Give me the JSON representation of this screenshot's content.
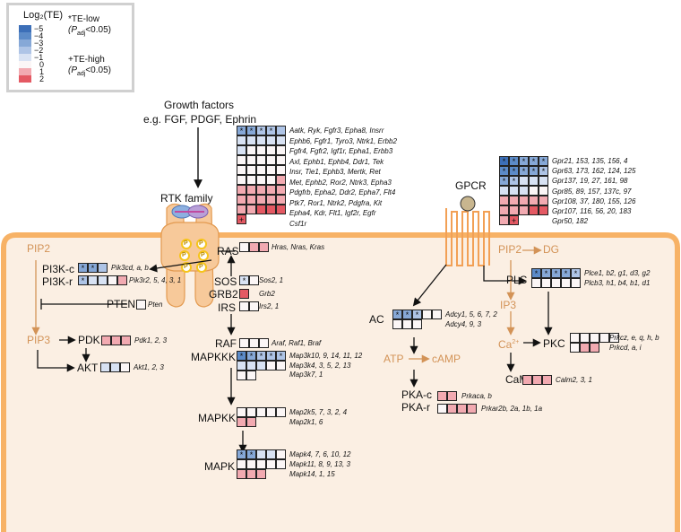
{
  "legend": {
    "title": "Log₂(TE)",
    "ticks": [
      "−5",
      "−4",
      "−3",
      "−2",
      "−1",
      "0",
      "1",
      "2"
    ],
    "colors": [
      "#3c6fb8",
      "#5c8bc8",
      "#86a8d7",
      "#aec4e6",
      "#d8e2f3",
      "#fbf6f6",
      "#f2aab1",
      "#e45963"
    ],
    "low_label_star": "*",
    "low_label_text": "TE-low",
    "low_label_sub": "(P",
    "low_label_adj": "adj",
    "low_label_tail": "<0.05)",
    "high_label_text": "+TE-high",
    "high_label_sub": "(P",
    "high_label_adj": "adj",
    "high_label_tail": "<0.05)"
  },
  "colors": {
    "membrane": "#f7b266",
    "cytoplasm": "#fbefe3",
    "receptor_fill": "#f7c99a",
    "receptor_stroke": "#e39a50",
    "phospho": "#f6c41a",
    "pathway_orange": "#d39357",
    "gpcr_ball": "#c8b68f"
  },
  "labels": {
    "growth_factors": "Growth factors",
    "growth_examples": "e.g. FGF, PDGF, Ephrin",
    "rtk_family": "RTK family",
    "gpcr": "GPCR",
    "pip2_left": "PIP2",
    "pi3k_c": "PI3K-c",
    "pi3k_r": "PI3K-r",
    "pten": "PTEN",
    "pip3": "PIP3",
    "pdk": "PDK",
    "akt": "AKT",
    "ras": "RAS",
    "sos": "SOS",
    "grb2": "GRB2",
    "irs": "IRS",
    "raf": "RAF",
    "mapkkk": "MAPKKK",
    "mapkk": "MAPKK",
    "mapk": "MAPK",
    "pip2_right": "PIP2",
    "dg": "DG",
    "plc": "PLC",
    "ip3": "IP3",
    "ca": "Ca",
    "ca_sup": "2+",
    "pkc": "PKC",
    "cam": "CaM",
    "ac": "AC",
    "atp": "ATP",
    "camp": "cAMP",
    "pka_c": "PKA-c",
    "pka_r": "PKA-r",
    "p": "P"
  },
  "genes": {
    "rtk": [
      "Aatk, Ryk, Fgfr3, Epha8, Insrr",
      "Ephb6, Fgfr1, Tyro3, Ntrk1, Erbb2",
      "Fgfr4, Fgfr2, Igf1r, Epha1, Erbb3",
      "Axl, Ephb1, Ephb4, Ddr1, Tek",
      "Insr, Tie1, Ephb3, Mertk, Ret",
      "Met, Ephb2, Ror2, Ntrk3, Epha3",
      "Pdgfrb, Epha2, Ddr2, Epha7, Flt4",
      "Ptk7, Ror1, Ntrk2, Pdgfra, Kit",
      "Epha4, Kdr, Flt1, Igf2r, Egfr",
      "Csf1r"
    ],
    "gpcr": [
      "Gpr21, 153, 135, 156, 4",
      "Gpr63, 173, 162, 124, 125",
      "Gpr137, 19, 27, 161, 98",
      "Gpr85, 89, 157, 137c, 97",
      "Gpr108, 37, 180, 155, 126",
      "Gpr107, 116, 56, 20, 183",
      "Gpr50, 182"
    ],
    "ras": [
      "Hras, Nras, Kras"
    ],
    "pi3k_c": [
      "Pik3cd, a, b"
    ],
    "pi3k_r": [
      "Pik3r2, 5, 4, 3, 1"
    ],
    "pten": [
      "Pten"
    ],
    "pdk": [
      "Pdk1, 2, 3"
    ],
    "akt": [
      "Akt1, 2, 3"
    ],
    "sos": [
      "Sos2, 1"
    ],
    "grb2": [
      "Grb2"
    ],
    "irs": [
      "Irs2, 1"
    ],
    "raf": [
      "Araf, Raf1, Braf"
    ],
    "mapkkk": [
      "Map3k10, 9, 14, 11, 12",
      "Map3k4, 3, 5, 2, 13",
      "Map3k7, 1"
    ],
    "mapkk": [
      "Map2k5, 7, 3, 2, 4",
      "Map2k1, 6"
    ],
    "mapk": [
      "Mapk4, 7, 6, 10, 12",
      "Mapk11, 8, 9, 13, 3",
      "Mapk14, 1, 15"
    ],
    "plc": [
      "Plce1, b2, g1, d3, g2",
      "Plcb3, h1, b4, b1, d1"
    ],
    "pkc": [
      "Prkcz, e, q, h, b",
      "Prkcd, a, i"
    ],
    "cam": [
      "Calm2, 3, 1"
    ],
    "ac": [
      "Adcy1, 5, 6, 7, 2",
      "Adcy4, 9, 3"
    ],
    "pka_c": [
      "Prkaca, b"
    ],
    "pka_r": [
      "Prkar2b, 2a, 1b, 1a"
    ]
  },
  "heatmaps": {
    "rtk": [
      [
        "-3",
        "-3",
        "-2",
        "-2",
        "-2"
      ],
      [
        "-1",
        "-1",
        "-1",
        "-1",
        "-1"
      ],
      [
        "-1",
        "0",
        "0",
        "0",
        "0"
      ],
      [
        "0",
        "0",
        "0",
        "0",
        "0"
      ],
      [
        "0",
        "0",
        "0",
        "0",
        "0"
      ],
      [
        "0",
        "0",
        "0",
        "0",
        "0.5"
      ],
      [
        "0.5",
        "0.5",
        "0.5",
        "0.5",
        "1"
      ],
      [
        "1",
        "1",
        "1",
        "1",
        "1"
      ],
      [
        "1",
        "1",
        "1.5",
        "1.5",
        "1.5"
      ],
      [
        "2"
      ]
    ],
    "rtk_marks": [
      [
        "*",
        "*",
        "*",
        "*",
        ""
      ],
      [],
      [],
      [],
      [],
      [],
      [],
      [],
      [],
      [
        "+"
      ]
    ],
    "gpcr": [
      [
        "-5",
        "-4",
        "-3",
        "-3",
        "-3"
      ],
      [
        "-4",
        "-4",
        "-3",
        "-3",
        "-2"
      ],
      [
        "-3",
        "-2",
        "-1",
        "-1",
        "-1"
      ],
      [
        "-1",
        "-1",
        "-1",
        "0",
        "0"
      ],
      [
        "0.5",
        "0.5",
        "1",
        "1",
        "1"
      ],
      [
        "1",
        "1",
        "1",
        "1.5",
        "1.5"
      ],
      [
        "1",
        "2"
      ]
    ],
    "gpcr_marks": [
      [
        "*",
        "*",
        "*",
        "*",
        "*"
      ],
      [
        "*",
        "*",
        "*",
        "*",
        "*"
      ],
      [
        "*",
        "*",
        "",
        "",
        ""
      ],
      [],
      [],
      [],
      [
        "",
        "+"
      ]
    ],
    "ras": [
      [
        "0",
        "1",
        "1"
      ]
    ],
    "pi3k_c": [
      [
        "-3",
        "-3",
        "-2"
      ]
    ],
    "pi3k_c_marks": [
      [
        "*",
        "*",
        ""
      ]
    ],
    "pi3k_r": [
      [
        "-2",
        "-1",
        "-1",
        "0",
        "1"
      ]
    ],
    "pi3k_r_marks": [
      [
        "*",
        "",
        "",
        "",
        ""
      ]
    ],
    "pten": [
      [
        "0"
      ]
    ],
    "pdk": [
      [
        "1",
        "1",
        "1"
      ]
    ],
    "akt": [
      [
        "-1",
        "-1",
        "0"
      ]
    ],
    "sos": [
      [
        "-1",
        "0"
      ]
    ],
    "sos_marks": [
      [
        "*",
        ""
      ]
    ],
    "grb2": [
      [
        "2"
      ]
    ],
    "irs": [
      [
        "0",
        "0"
      ]
    ],
    "raf": [
      [
        "0",
        "0",
        "0"
      ]
    ],
    "mapkkk": [
      [
        "-4",
        "-3",
        "-2",
        "-2",
        "-2"
      ],
      [
        "-1",
        "-1",
        "-1",
        "0",
        "0"
      ],
      [
        "0",
        "0"
      ]
    ],
    "mapkkk_marks": [
      [
        "*",
        "*",
        "*",
        "*",
        "*"
      ],
      [],
      []
    ],
    "mapkk": [
      [
        "0",
        "0",
        "0",
        "0",
        "0"
      ],
      [
        "1",
        "1"
      ]
    ],
    "mapk": [
      [
        "-3",
        "-3",
        "-1",
        "-1",
        "0"
      ],
      [
        "0",
        "0",
        "0",
        "0",
        "0"
      ],
      [
        "1",
        "1",
        "1"
      ]
    ],
    "mapk_marks": [
      [
        "*",
        "*",
        "",
        "",
        ""
      ],
      [],
      []
    ],
    "plc": [
      [
        "-4",
        "-3",
        "-3",
        "-3",
        "-2"
      ],
      [
        "0",
        "0",
        "0",
        "0",
        "0"
      ]
    ],
    "plc_marks": [
      [
        "*",
        "*",
        "*",
        "*",
        "*"
      ],
      []
    ],
    "pkc": [
      [
        "0",
        "0",
        "0",
        "0",
        "0"
      ],
      [
        "0",
        "1",
        "1"
      ]
    ],
    "cam": [
      [
        "1",
        "1",
        "1"
      ]
    ],
    "ac": [
      [
        "-3",
        "-3",
        "-2",
        "0",
        "0"
      ],
      [
        "0",
        "0",
        "0"
      ]
    ],
    "ac_marks": [
      [
        "*",
        "*",
        "*",
        "",
        ""
      ],
      []
    ],
    "pka_c": [
      [
        "1",
        "1"
      ]
    ],
    "pka_r": [
      [
        "0",
        "1",
        "1",
        "1"
      ]
    ]
  }
}
